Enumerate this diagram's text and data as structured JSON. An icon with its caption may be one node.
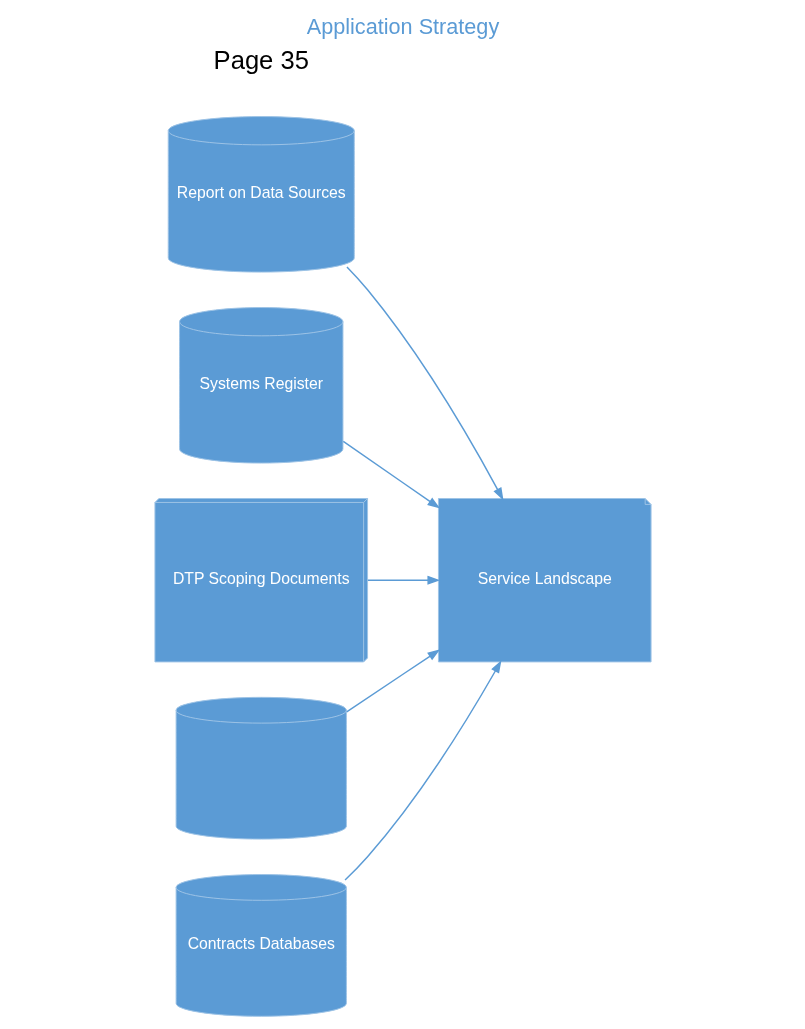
{
  "diagram": {
    "title": "Application Strategy",
    "nodes": [
      {
        "text": [
          "Report on Data Sources"
        ]
      },
      {
        "text": [
          "Systems Register"
        ]
      },
      {
        "text": [
          "DTP Scoping Documents"
        ]
      },
      {
        "text": [
          "Service Landscape"
        ]
      },
      {
        "text": [],
        "shape": "cylinder"
      },
      {
        "text": [
          "Contracts Databases"
        ]
      }
    ],
    "edges": [
      {
        "from": 0,
        "to": 3,
        "arrow": "to"
      },
      {
        "from": 1,
        "to": 3,
        "arrow": "to"
      },
      {
        "from": 2,
        "to": 3,
        "arrow": "to"
      },
      {
        "from": 4,
        "to": 3,
        "arrow": "to"
      },
      {
        "from": 5,
        "to": 3,
        "arrow": "to"
      }
    ],
    "labels": [
      "Page 35"
    ]
  }
}
